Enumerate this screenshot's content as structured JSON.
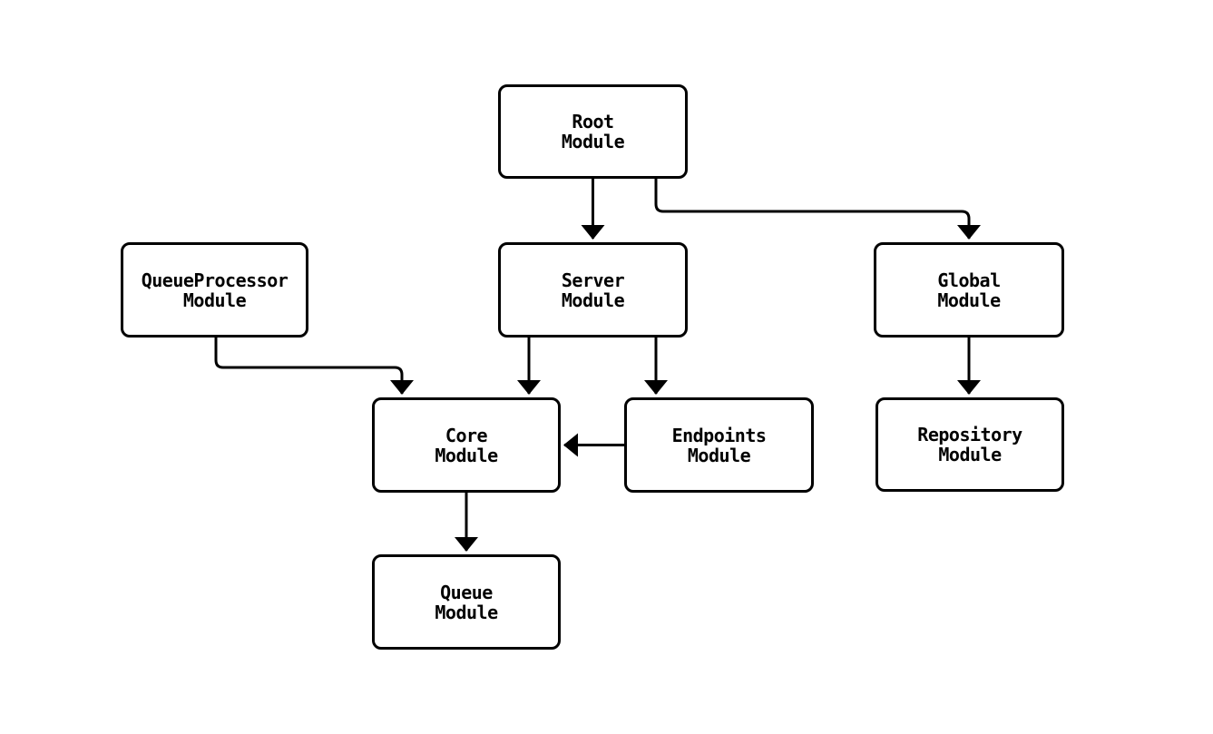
{
  "diagram": {
    "type": "flowchart",
    "background_color": "#ffffff",
    "line_color": "#000000",
    "node_fill_color": "#ffffff",
    "nodes": [
      {
        "id": "root",
        "label": "Root\nModule"
      },
      {
        "id": "queueprocessor",
        "label": "QueueProcessor\nModule"
      },
      {
        "id": "server",
        "label": "Server\nModule"
      },
      {
        "id": "global",
        "label": "Global\nModule"
      },
      {
        "id": "core",
        "label": "Core\nModule"
      },
      {
        "id": "endpoints",
        "label": "Endpoints\nModule"
      },
      {
        "id": "repository",
        "label": "Repository\nModule"
      },
      {
        "id": "queue",
        "label": "Queue\nModule"
      }
    ],
    "edges": [
      {
        "from": "Root Module",
        "to": "Server Module"
      },
      {
        "from": "Root Module",
        "to": "Global Module"
      },
      {
        "from": "QueueProcessor Module",
        "to": "Core Module"
      },
      {
        "from": "Server Module",
        "to": "Core Module"
      },
      {
        "from": "Server Module",
        "to": "Endpoints Module"
      },
      {
        "from": "Endpoints Module",
        "to": "Core Module"
      },
      {
        "from": "Global Module",
        "to": "Repository Module"
      },
      {
        "from": "Core Module",
        "to": "Queue Module"
      }
    ]
  }
}
